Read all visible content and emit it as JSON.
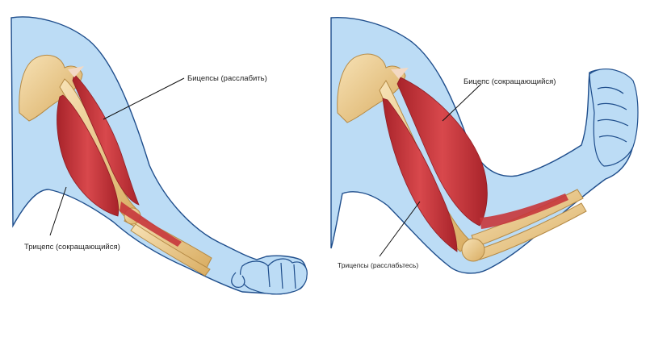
{
  "colors": {
    "skin": "#bcdcf5",
    "outline": "#1f4e8c",
    "bone": "#f1d39a",
    "bone_shadow": "#d9ad62",
    "muscle": "#c6363b",
    "muscle_light": "#e6787b",
    "tendon": "#f3d9c4"
  },
  "left_figure": {
    "biceps_label": "Бицепсы (расслабить)",
    "triceps_label": "Трицепс (сокращающийся)"
  },
  "right_figure": {
    "biceps_label": "Бицепс (сокращающийся)",
    "triceps_label": "Трицепсы (расслабьтесь)"
  }
}
